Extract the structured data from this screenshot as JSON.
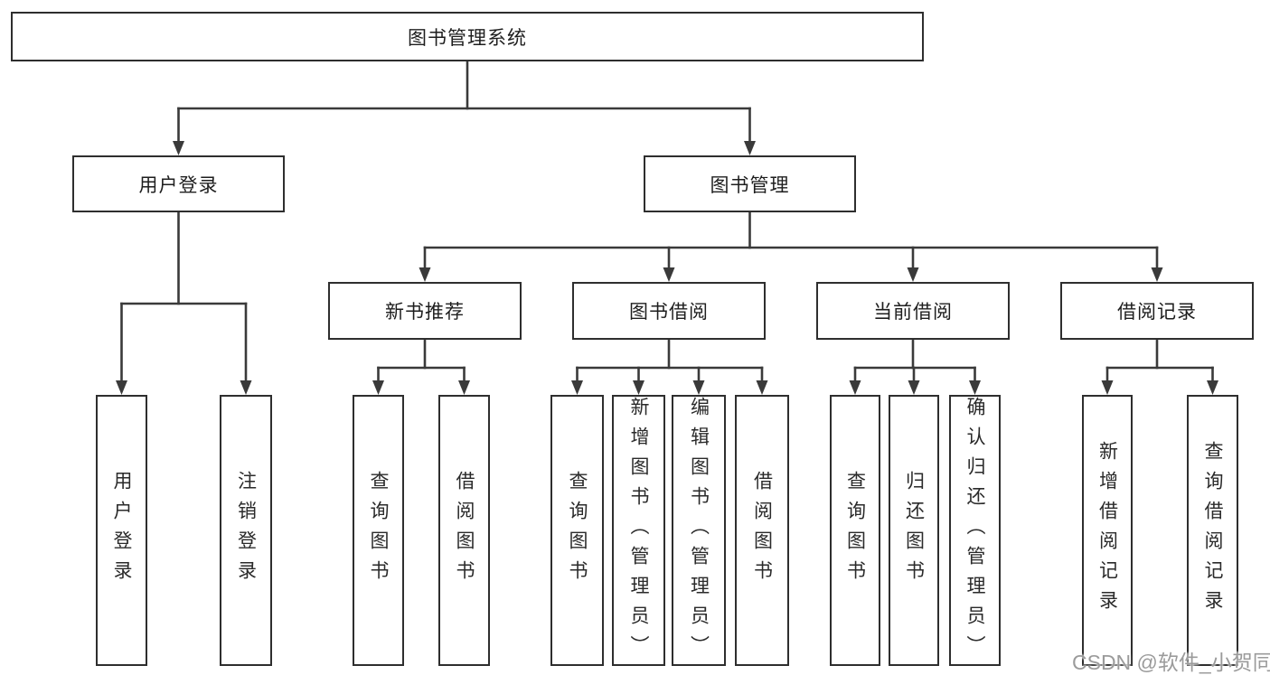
{
  "diagram": {
    "title": "图书管理系统",
    "line_color": "#3a3a3a",
    "box_border_color": "#2e2e2e",
    "box_background": "#ffffff",
    "text_color": "#1e1e1e",
    "nodes": {
      "root": {
        "label": "图书管理系统"
      },
      "login": {
        "label": "用户登录"
      },
      "mgmt": {
        "label": "图书管理"
      },
      "newbook": {
        "label": "新书推荐"
      },
      "borrow": {
        "label": "图书借阅"
      },
      "current": {
        "label": "当前借阅"
      },
      "record": {
        "label": "借阅记录"
      },
      "l1": {
        "label": "用户登录"
      },
      "l2": {
        "label": "注销登录"
      },
      "l3": {
        "label": "查询图书"
      },
      "l4": {
        "label": "借阅图书"
      },
      "l5": {
        "label": "查询图书"
      },
      "l6": {
        "label": "新增图书（管理员）"
      },
      "l7": {
        "label": "编辑图书（管理员）"
      },
      "l8": {
        "label": "借阅图书"
      },
      "l9": {
        "label": "查询图书"
      },
      "l10": {
        "label": "归还图书"
      },
      "l11": {
        "label": "确认归还（管理员）"
      },
      "l12": {
        "label": "新增借阅记录"
      },
      "l13": {
        "label": "查询借阅记录"
      }
    },
    "edges": [
      {
        "from": "root",
        "to": [
          "login",
          "mgmt"
        ]
      },
      {
        "from": "login",
        "to": [
          "l1",
          "l2"
        ]
      },
      {
        "from": "mgmt",
        "to": [
          "newbook",
          "borrow",
          "current",
          "record"
        ]
      },
      {
        "from": "newbook",
        "to": [
          "l3",
          "l4"
        ]
      },
      {
        "from": "borrow",
        "to": [
          "l5",
          "l6",
          "l7",
          "l8"
        ]
      },
      {
        "from": "current",
        "to": [
          "l9",
          "l10",
          "l11"
        ]
      },
      {
        "from": "record",
        "to": [
          "l12",
          "l13"
        ]
      }
    ]
  },
  "watermark": {
    "text": "CSDN @软件_小贺同学",
    "color": "#9b9b9b"
  }
}
